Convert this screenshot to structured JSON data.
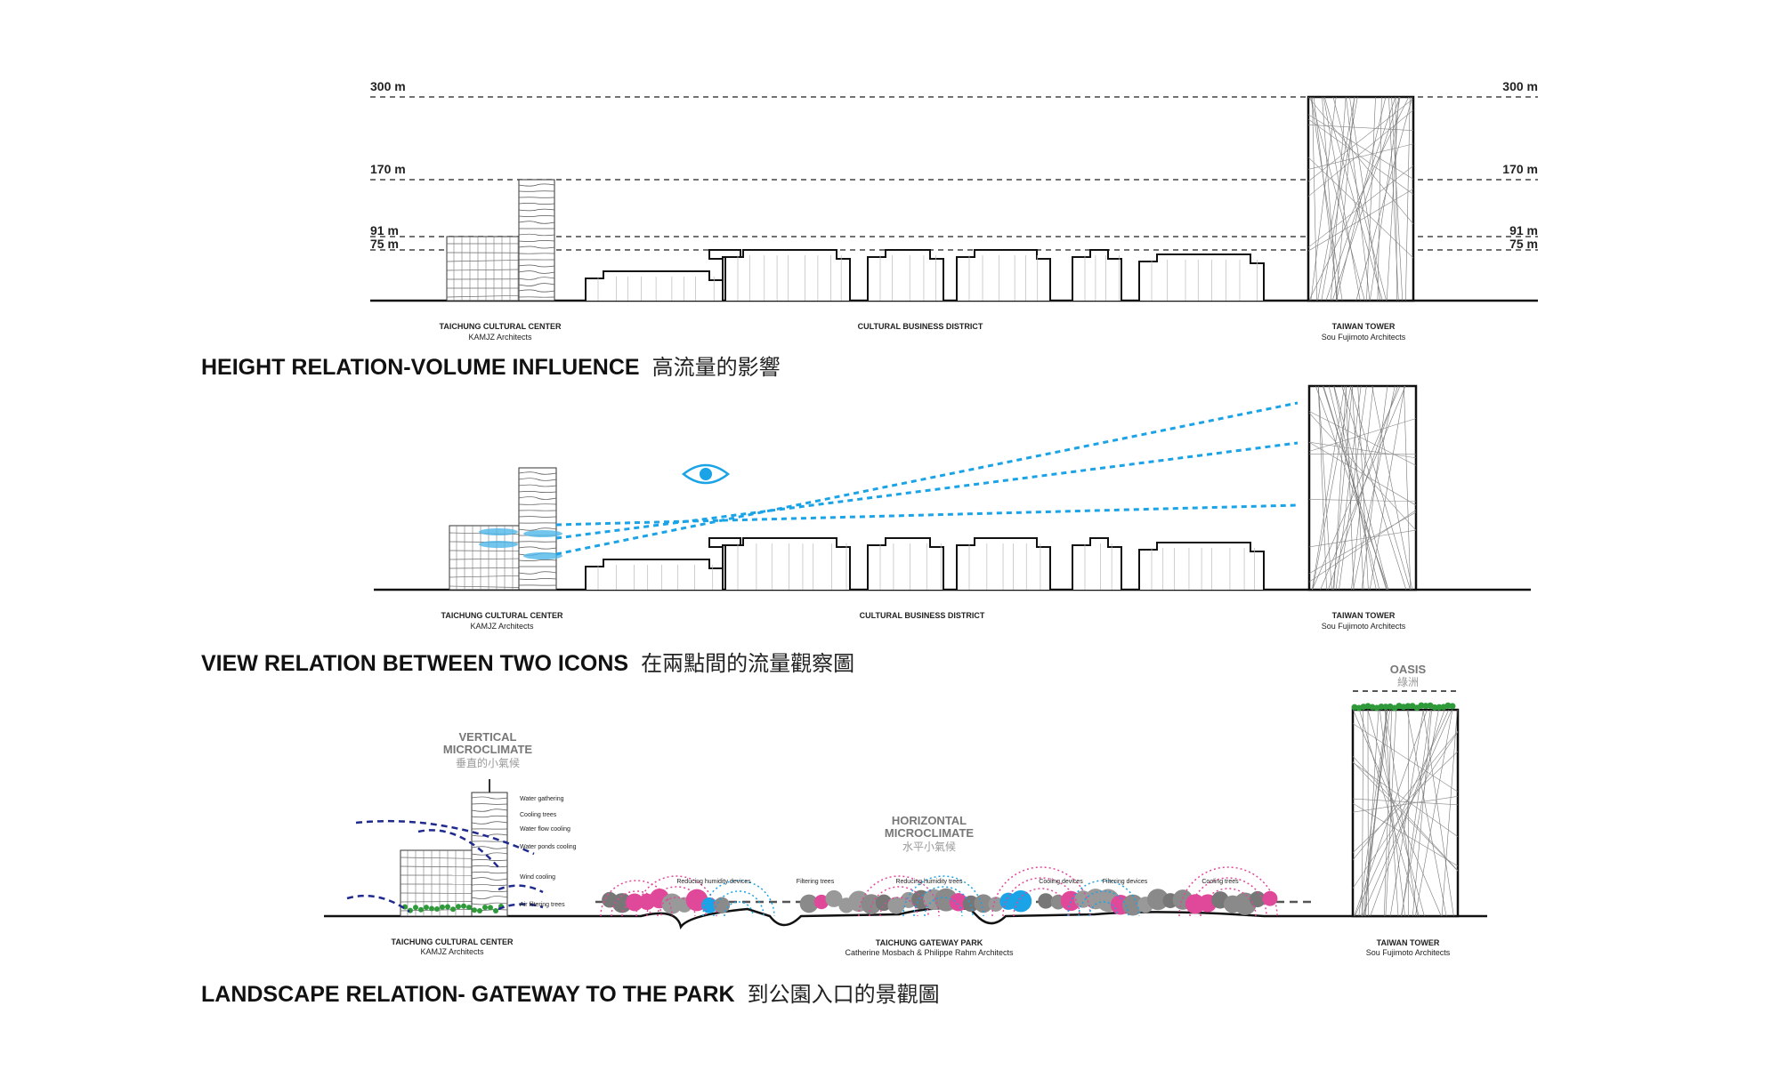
{
  "panel1": {
    "title": "HEIGHT RELATION-VOLUME INFLUENCE",
    "title_cn": "高流量的影響",
    "levels": [
      "300 m",
      "170 m",
      "91 m",
      "75 m"
    ],
    "left": {
      "name": "TAICHUNG CULTURAL CENTER",
      "architect": "KAMJZ Architects"
    },
    "middle": {
      "name": "CULTURAL BUSINESS DISTRICT"
    },
    "right": {
      "name": "TAIWAN TOWER",
      "architect": "Sou Fujimoto Architects"
    }
  },
  "panel2": {
    "title": "VIEW RELATION BETWEEN TWO ICONS",
    "title_cn": "在兩點間的流量觀察圖",
    "left": {
      "name": "TAICHUNG CULTURAL CENTER",
      "architect": "KAMJZ Architects"
    },
    "middle": {
      "name": "CULTURAL BUSINESS DISTRICT"
    },
    "right": {
      "name": "TAIWAN TOWER",
      "architect": "Sou Fujimoto Architects"
    }
  },
  "panel3": {
    "title": "LANDSCAPE RELATION- GATEWAY TO THE PARK",
    "title_cn": "到公園入口的景觀圖",
    "vertical": {
      "line1": "VERTICAL",
      "line2": "MICROCLIMATE",
      "cn": "垂直的小氣候"
    },
    "horizontal": {
      "line1": "HORIZONTAL",
      "line2": "MICROCLIMATE",
      "cn": "水平小氣候"
    },
    "oasis": {
      "label": "OASIS",
      "cn": "綠洲"
    },
    "vertical_annotations": [
      "Water gathering",
      "Cooling trees",
      "Water flow cooling",
      "Water ponds cooling",
      "Wind cooling",
      "Air filtering trees"
    ],
    "park_annotations": [
      "Reducing humidity devices",
      "Filtering trees",
      "Reducing humidity trees",
      "Cooling devices",
      "Filtering devices",
      "Cooling trees"
    ],
    "left": {
      "name": "TAICHUNG CULTURAL CENTER",
      "architect": "KAMJZ Architects"
    },
    "middle": {
      "name": "TAICHUNG GATEWAY PARK",
      "architect": "Catherine Mosbach & Philippe Rahm Architects"
    },
    "right": {
      "name": "TAIWAN TOWER",
      "architect": "Sou Fujimoto Architects"
    }
  },
  "colors": {
    "view_line": "#1aa3e6",
    "pink": "#e0489a",
    "green": "#2e9a3a",
    "wind": "#1f2a8c"
  }
}
